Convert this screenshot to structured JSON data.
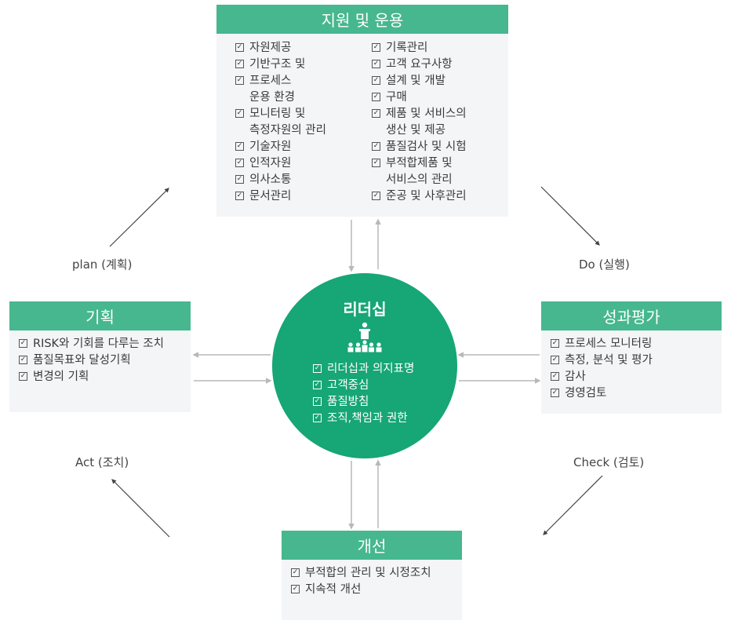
{
  "support": {
    "title": "지원 및 운용",
    "left_items": [
      "자원제공",
      "기반구조 및",
      "프로세스\n운용 환경",
      "모니터링 및\n측정자원의 관리",
      "기술자원",
      "인적자원",
      "의사소통",
      "문서관리"
    ],
    "right_items": [
      "기록관리",
      "고객 요구사항",
      "설계 및 개발",
      "구매",
      "제품 및 서비스의\n생산 및 제공",
      "품질검사 및 시험",
      "부적합제품 및\n서비스의 관리",
      "준공 및 사후관리"
    ]
  },
  "plan": {
    "title": "기획",
    "items": [
      "RISK와 기회를 다루는 조치",
      "품질목표와 달성기획",
      "변경의 기획"
    ]
  },
  "evaluation": {
    "title": "성과평가",
    "items": [
      "프로세스 모니터링",
      "측정, 분석 및 평가",
      "감사",
      "경영검토"
    ]
  },
  "improvement": {
    "title": "개선",
    "items": [
      "부적합의 관리 및 시정조치",
      "지속적 개선"
    ]
  },
  "leadership": {
    "title": "리더십",
    "icon": "podium-audience-icon",
    "items": [
      "리더십과 의지표명",
      "고객중심",
      "품질방침",
      "조직,책임과 권한"
    ]
  },
  "cycle": {
    "plan": "plan (계획)",
    "do": "Do (실행)",
    "check": "Check (검토)",
    "act": "Act (조치)"
  },
  "check_symbol": "✓",
  "colors": {
    "header": "#46b78e",
    "circle": "#17a676",
    "box_bg": "#f4f5f7",
    "connector": "#b8b8b8",
    "arrow": "#444444"
  }
}
